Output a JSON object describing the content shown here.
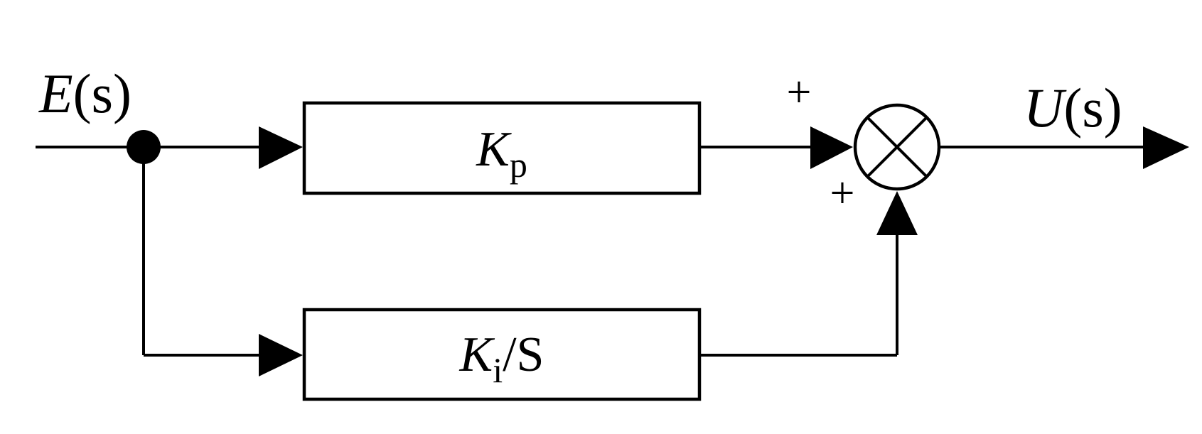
{
  "input": {
    "var": "E",
    "arg": "(s)"
  },
  "output": {
    "var": "U",
    "arg": "(s)"
  },
  "blocks": [
    {
      "id": "proportional",
      "var": "K",
      "sub": "p",
      "suffix": ""
    },
    {
      "id": "integral",
      "var": "K",
      "sub": "i",
      "suffix": "/S"
    }
  ],
  "summing_junction": {
    "signs": {
      "top": "+",
      "bottom": "+"
    }
  },
  "colors": {
    "stroke": "#000000",
    "background": "#ffffff"
  }
}
